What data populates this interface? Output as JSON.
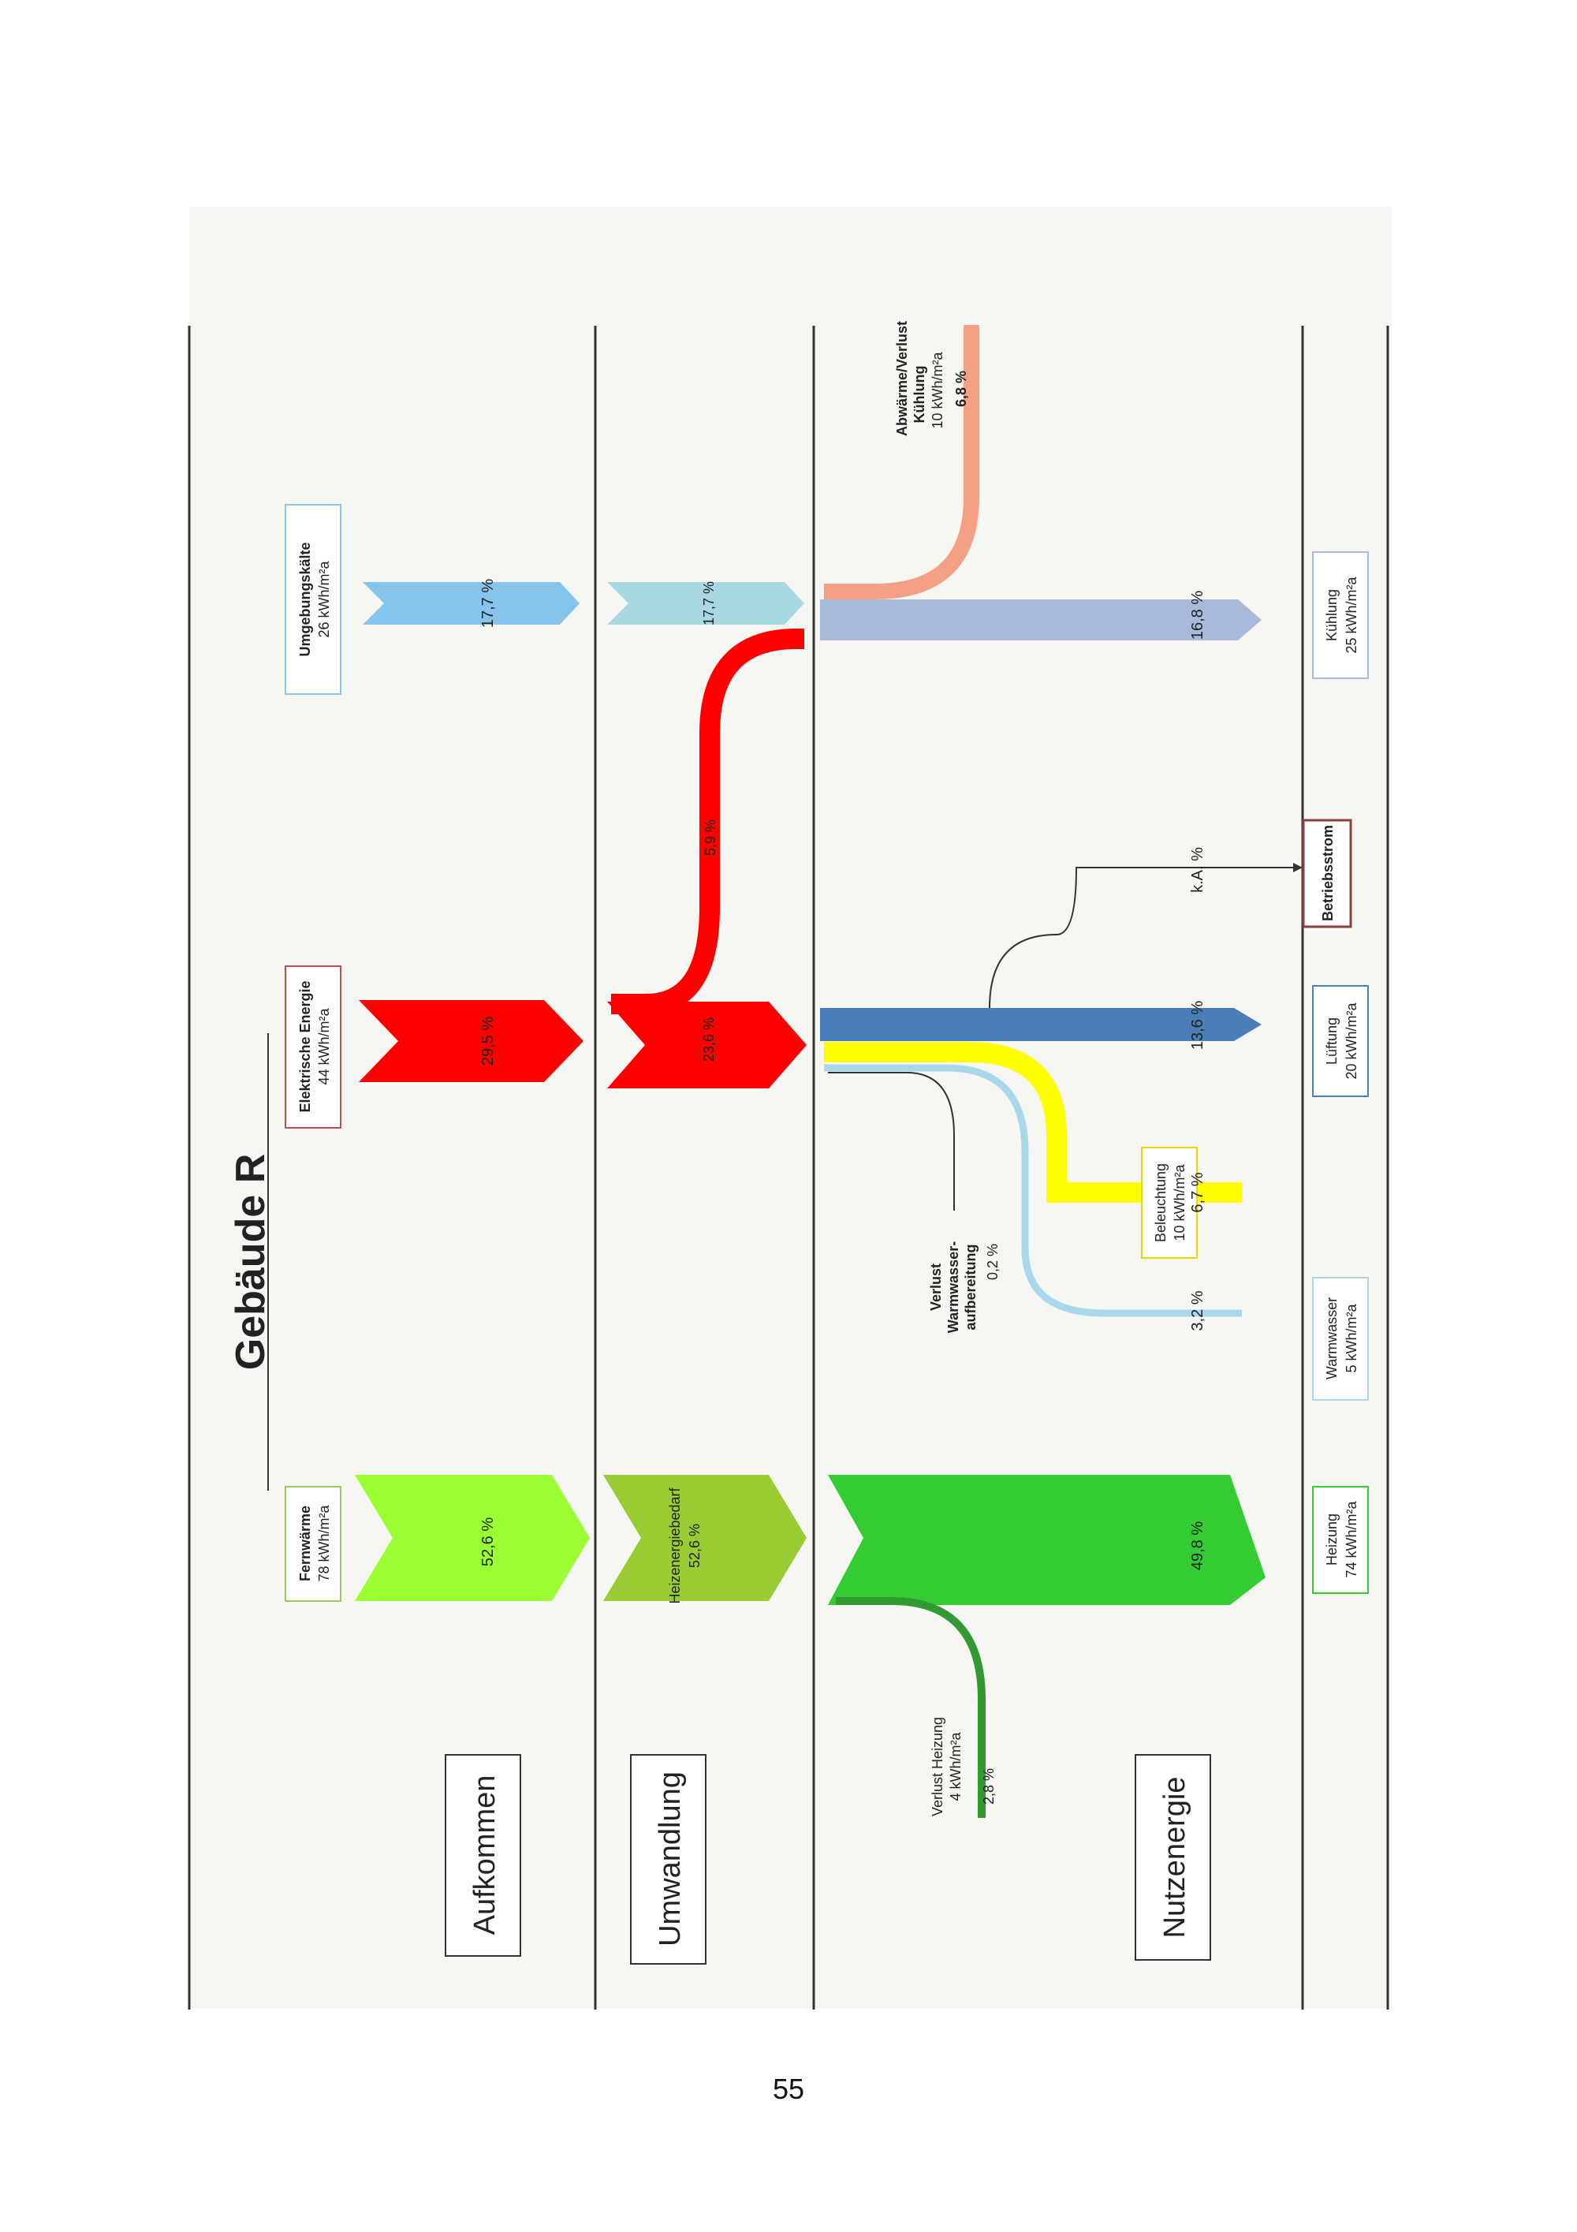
{
  "title": "Gebäude R",
  "page_number": "55",
  "stages": {
    "aufkommen": "Aufkommen",
    "umwandlung": "Umwandlung",
    "nutzenergie": "Nutzenergie"
  },
  "sources": {
    "fernwaerme": {
      "name": "Fernwärme",
      "value": "78 kWh/m²a",
      "border_color": "#9ac85c"
    },
    "elektrische_energie": {
      "name": "Elektrische Energie",
      "value": "44 kWh/m²a",
      "border_color": "#c0504d"
    },
    "umgebungskaelte": {
      "name": "Umgebungskälte",
      "value": "26 kWh/m²a",
      "border_color": "#8cc7e4"
    }
  },
  "flows": {
    "fernwaerme_aufkommen": {
      "percent": "52,6 %",
      "color": "#99ff33"
    },
    "heizenergiebedarf": {
      "label": "Heizenergiebedarf",
      "percent": "52,6 %",
      "color": "#99cc33"
    },
    "elektro_aufkommen": {
      "percent": "29,5 %",
      "color": "#ff0000"
    },
    "elektro_umwandlung": {
      "percent": "23,6 %",
      "color": "#ff0000"
    },
    "elektro_kuehlung": {
      "percent": "5,9 %",
      "color": "#ff0000"
    },
    "kaelte_aufkommen": {
      "percent": "17,7 %",
      "color": "#85c5ec"
    },
    "kaelte_umwandlung": {
      "percent": "17,7 %",
      "color": "#a8d8e2"
    },
    "heizung": {
      "percent": "49,8 %",
      "color": "#33cc33"
    },
    "verlust_heizung": {
      "line1": "Verlust Heizung",
      "line2": "4 kWh/m²a",
      "percent": "2,8 %",
      "color": "#339933"
    },
    "warmwasser": {
      "percent": "3,2 %",
      "color": "#a8d8ea"
    },
    "verlust_warmwasser": {
      "line1": "Verlust",
      "line2": "Warmwasser-",
      "line3": "aufbereitung",
      "percent": "0,2 %"
    },
    "beleuchtung": {
      "percent": "6,7 %",
      "color": "#ffff00"
    },
    "lueftung": {
      "percent": "13,6 %",
      "color": "#4a7eb7"
    },
    "betriebsstrom": {
      "percent": "k.A. %"
    },
    "kuehlung": {
      "percent": "16,8 %",
      "color": "#a8b9d9"
    },
    "abwaerme": {
      "line1": "Abwärme/Verlust",
      "line2": "Kühlung",
      "line3": "10 kWh/m²a",
      "percent": "6,8 %",
      "color": "#f4a085"
    }
  },
  "sinks": {
    "heizung": {
      "name": "Heizung",
      "value": "74 kWh/m²a",
      "border_color": "#33cc33"
    },
    "warmwasser": {
      "name": "Warmwasser",
      "value": "5 kWh/m²a",
      "border_color": "#a8d8ea"
    },
    "beleuchtung": {
      "name": "Beleuchtung",
      "value": "10 kWh/m²a",
      "border_color": "#e6d800"
    },
    "lueftung": {
      "name": "Lüftung",
      "value": "20 kWh/m²a",
      "border_color": "#4a7eb7"
    },
    "betriebsstrom": {
      "name": "Betriebsstrom",
      "border_color": "#8b4040"
    },
    "kuehlung": {
      "name": "Kühlung",
      "value": "25 kWh/m²a",
      "border_color": "#a8b9d9"
    }
  }
}
